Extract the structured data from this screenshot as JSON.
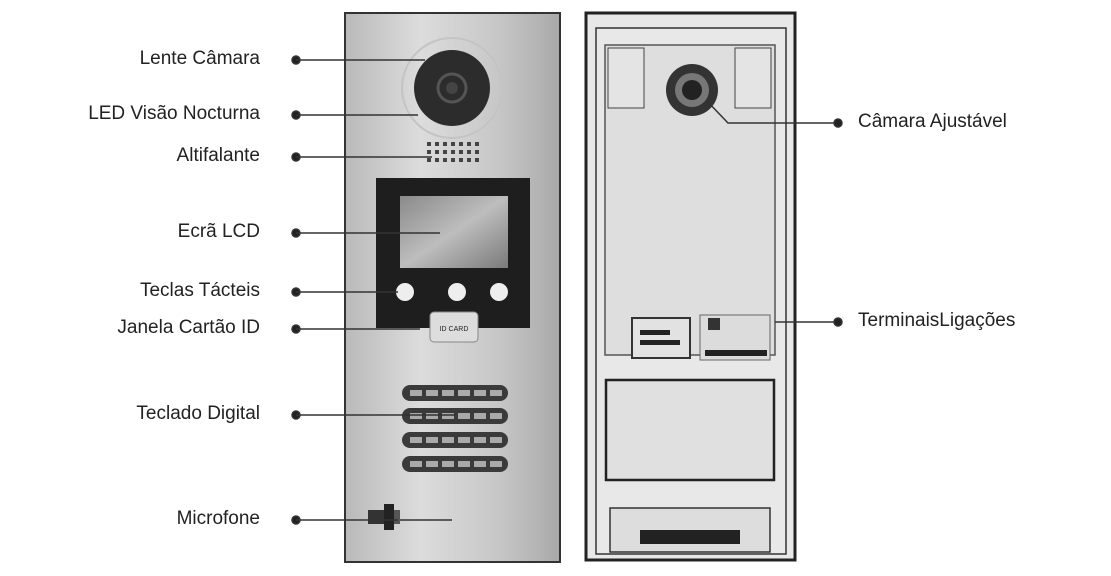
{
  "left_labels": [
    {
      "text": "Lente Câmara"
    },
    {
      "text": "LED Visão Nocturna"
    },
    {
      "text": "Altifalante"
    },
    {
      "text": "Ecrã LCD"
    },
    {
      "text": "Teclas Tácteis"
    },
    {
      "text": "Janela Cartão ID"
    },
    {
      "text": "Teclado Digital"
    },
    {
      "text": "Microfone"
    }
  ],
  "right_labels": [
    {
      "text": "Câmara Ajustável"
    },
    {
      "text": "TerminaisLigações"
    }
  ],
  "card_window_text": "ID CARD"
}
